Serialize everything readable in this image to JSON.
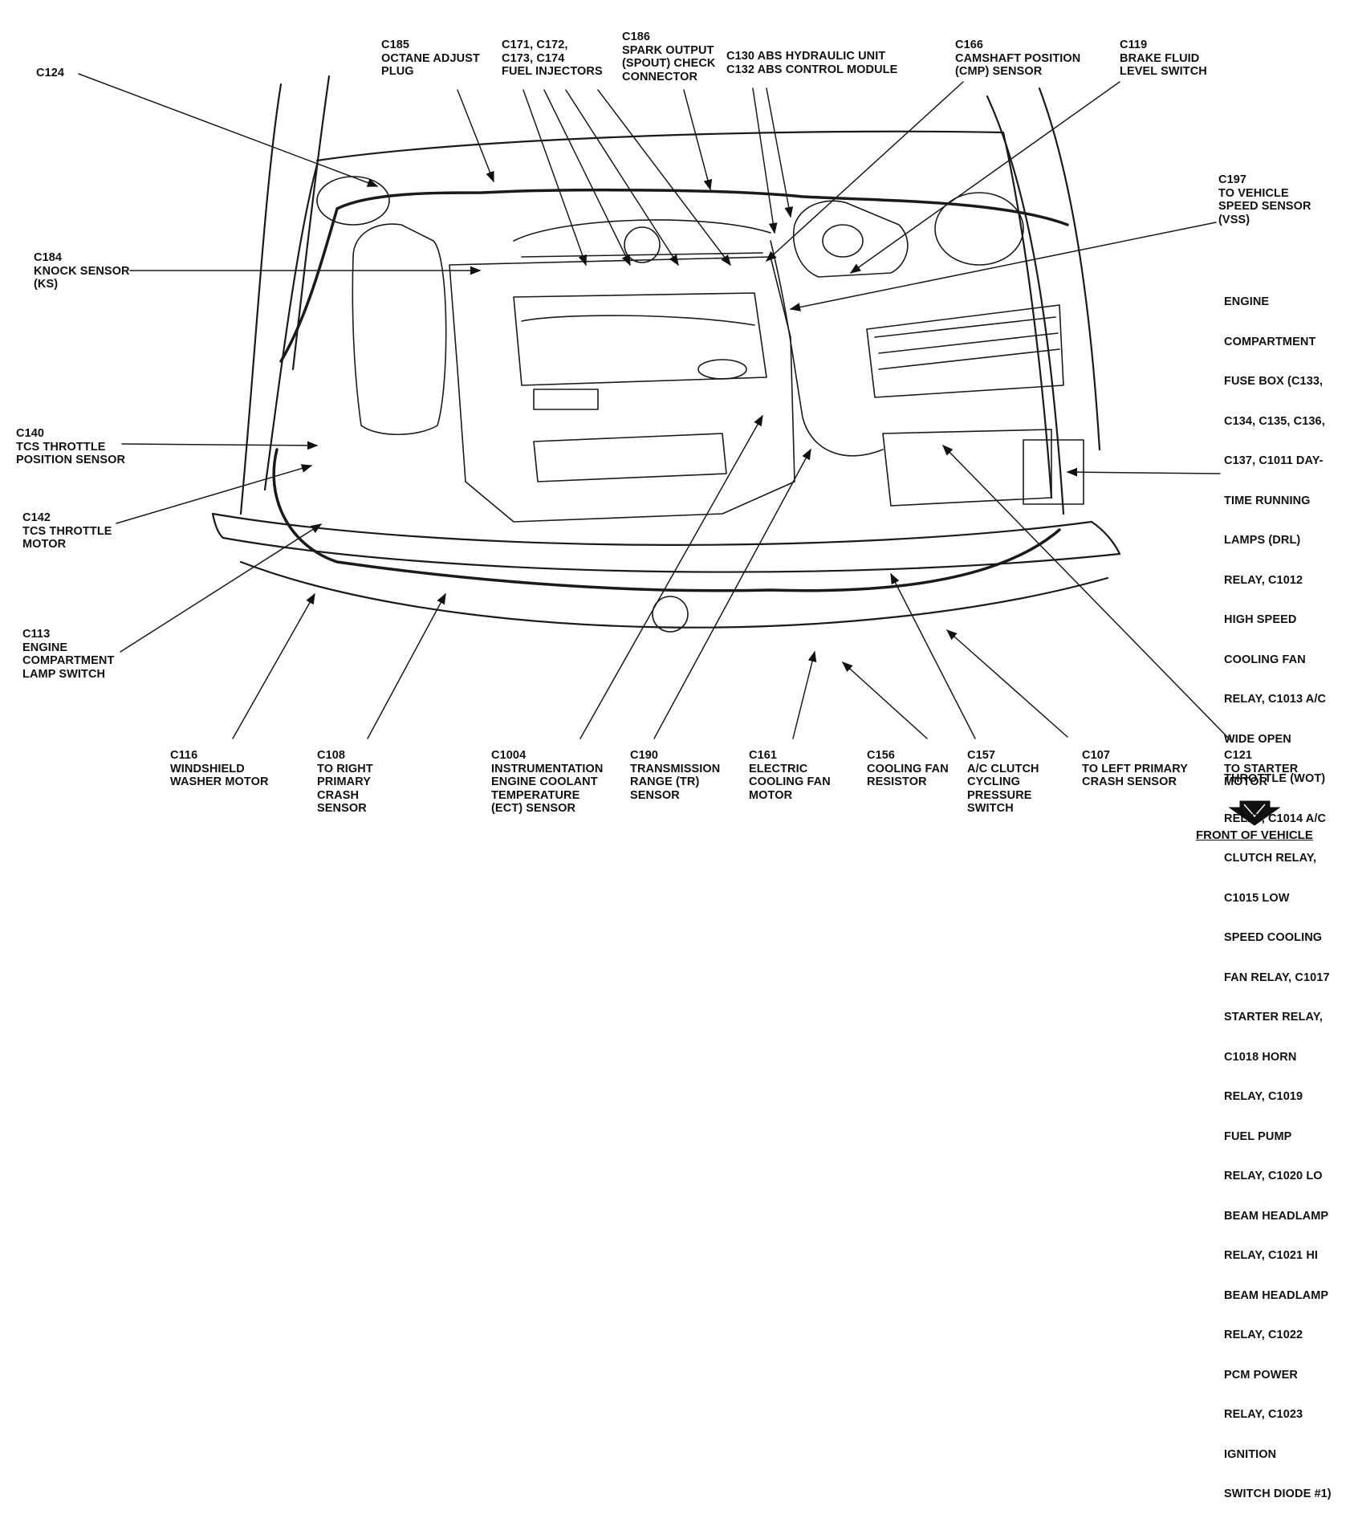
{
  "labels": [
    {
      "id": "c124",
      "lines": [
        "C124"
      ]
    },
    {
      "id": "c185",
      "lines": [
        "C185",
        "OCTANE ADJUST",
        "PLUG"
      ]
    },
    {
      "id": "c171",
      "lines": [
        "C171, C172,",
        "C173, C174",
        "FUEL INJECTORS"
      ]
    },
    {
      "id": "c186",
      "lines": [
        "C186",
        "SPARK OUTPUT",
        "(SPOUT) CHECK",
        "CONNECTOR"
      ]
    },
    {
      "id": "c130",
      "lines": [
        "C130 ABS HYDRAULIC UNIT",
        "C132 ABS CONTROL MODULE"
      ]
    },
    {
      "id": "c166",
      "lines": [
        "C166",
        "CAMSHAFT POSITION",
        "(CMP) SENSOR"
      ]
    },
    {
      "id": "c119",
      "lines": [
        "C119",
        "BRAKE FLUID",
        "LEVEL SWITCH"
      ]
    },
    {
      "id": "c197",
      "lines": [
        "C197",
        "TO VEHICLE",
        "SPEED SENSOR",
        "(VSS)"
      ]
    },
    {
      "id": "c184",
      "lines": [
        "C184",
        "KNOCK SENSOR",
        "(KS)"
      ]
    },
    {
      "id": "fusebox",
      "lines": [
        "ENGINE",
        "COMPARTMENT",
        "FUSE BOX (C133,",
        "C134, C135, C136,",
        "C137, C1011 DAY-",
        "TIME RUNNING",
        "LAMPS (DRL)",
        "RELAY, C1012",
        "HIGH SPEED",
        "COOLING FAN",
        "RELAY, C1013 A/C",
        "WIDE OPEN",
        "THROTTLE (WOT)",
        "RELAY, C1014 A/C",
        "CLUTCH RELAY,",
        "C1015 LOW",
        "SPEED COOLING",
        "FAN RELAY, C1017",
        "STARTER RELAY,",
        "C1018 HORN",
        "RELAY, C1019",
        "FUEL PUMP",
        "RELAY, C1020 LO",
        "BEAM HEADLAMP",
        "RELAY, C1021 HI",
        "BEAM HEADLAMP",
        "RELAY, C1022",
        "PCM POWER",
        "RELAY, C1023",
        "IGNITION",
        "SWITCH DIODE #1)"
      ]
    },
    {
      "id": "c140",
      "lines": [
        "C140",
        "TCS THROTTLE",
        "POSITION SENSOR"
      ]
    },
    {
      "id": "c142",
      "lines": [
        "C142",
        "TCS THROTTLE",
        "MOTOR"
      ]
    },
    {
      "id": "c113",
      "lines": [
        "C113",
        "ENGINE",
        "COMPARTMENT",
        "LAMP SWITCH"
      ]
    },
    {
      "id": "c116",
      "lines": [
        "C116",
        "WINDSHIELD",
        "WASHER MOTOR"
      ]
    },
    {
      "id": "c108",
      "lines": [
        "C108",
        "TO RIGHT",
        "PRIMARY",
        "CRASH",
        "SENSOR"
      ]
    },
    {
      "id": "c1004",
      "lines": [
        "C1004",
        "INSTRUMENTATION",
        "ENGINE COOLANT",
        "TEMPERATURE",
        "(ECT) SENSOR"
      ]
    },
    {
      "id": "c190",
      "lines": [
        "C190",
        "TRANSMISSION",
        "RANGE (TR)",
        "SENSOR"
      ]
    },
    {
      "id": "c161",
      "lines": [
        "C161",
        "ELECTRIC",
        "COOLING FAN",
        "MOTOR"
      ]
    },
    {
      "id": "c156",
      "lines": [
        "C156",
        "COOLING FAN",
        "RESISTOR"
      ]
    },
    {
      "id": "c157",
      "lines": [
        "C157",
        "A/C CLUTCH",
        "CYCLING",
        "PRESSURE",
        "SWITCH"
      ]
    },
    {
      "id": "c107",
      "lines": [
        "C107",
        "TO LEFT PRIMARY",
        "CRASH SENSOR"
      ]
    },
    {
      "id": "c121",
      "lines": [
        "C121",
        "TO STARTER",
        "MOTOR"
      ]
    }
  ],
  "front_of_vehicle": "FRONT OF VEHICLE"
}
